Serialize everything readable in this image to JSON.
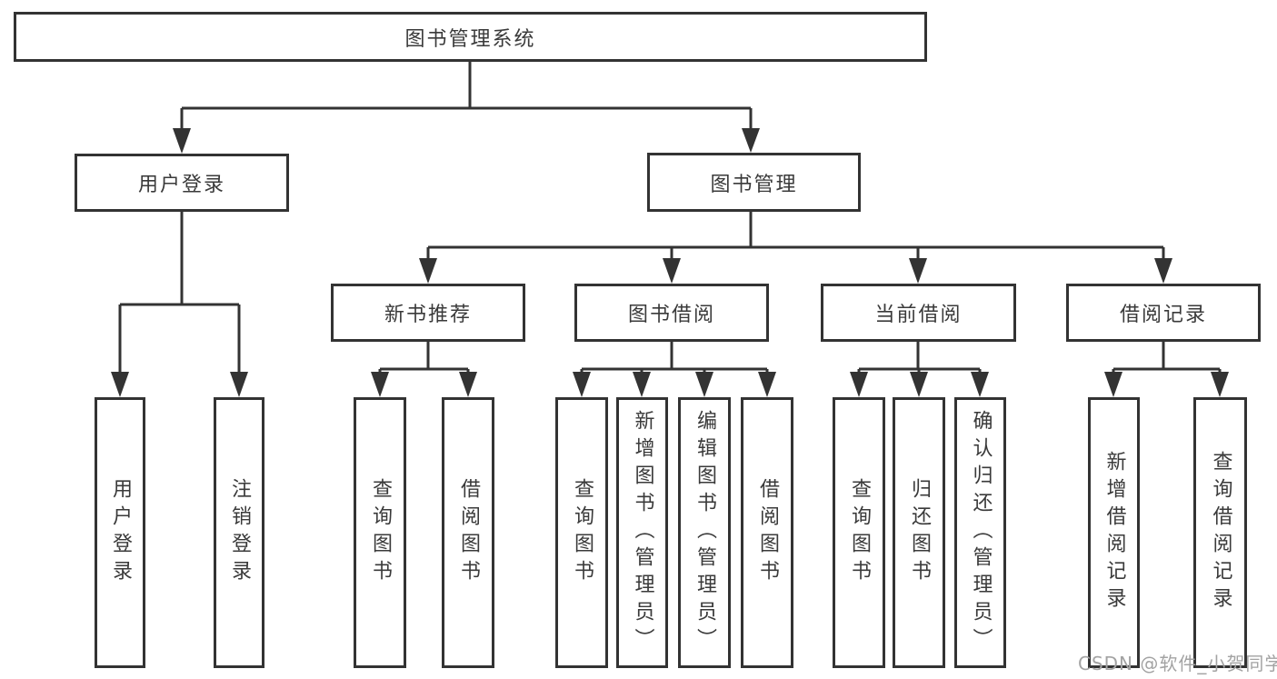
{
  "diagram": {
    "root": {
      "label": "图书管理系统"
    },
    "level1": [
      {
        "id": "user-login",
        "label": "用户登录"
      },
      {
        "id": "book-management",
        "label": "图书管理"
      }
    ],
    "level2": [
      {
        "id": "new-book-recommend",
        "label": "新书推荐"
      },
      {
        "id": "book-borrow",
        "label": "图书借阅"
      },
      {
        "id": "current-borrow",
        "label": "当前借阅"
      },
      {
        "id": "borrow-record",
        "label": "借阅记录"
      }
    ],
    "leaves": {
      "user_login": [
        {
          "label": "用户登录"
        },
        {
          "label": "注销登录"
        }
      ],
      "new_book": [
        {
          "label": "查询图书"
        },
        {
          "label": "借阅图书"
        }
      ],
      "book_borrow": [
        {
          "label": "查询图书"
        },
        {
          "label": "新增图书（管理员）"
        },
        {
          "label": "编辑图书（管理员）"
        },
        {
          "label": "借阅图书"
        }
      ],
      "current_borrow": [
        {
          "label": "查询图书"
        },
        {
          "label": "归还图书"
        },
        {
          "label": "确认归还（管理员）"
        }
      ],
      "borrow_record": [
        {
          "label": "新增借阅记录"
        },
        {
          "label": "查询借阅记录"
        }
      ]
    },
    "colors": {
      "line": "#333333",
      "text": "#3a3a3a",
      "box_fill": "#ffffff",
      "watermark": "#a3a3a3"
    }
  },
  "watermark": {
    "text": "CSDN @软件_小贺同学"
  }
}
